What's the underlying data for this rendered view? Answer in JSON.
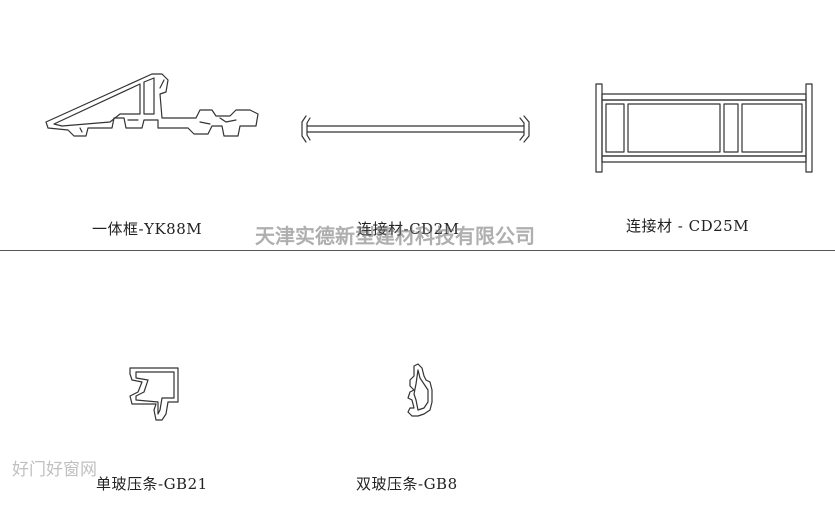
{
  "profiles": [
    {
      "id": "yk88m",
      "caption": "一体框-YK88M"
    },
    {
      "id": "cd2m",
      "caption": "连接材-CD2M"
    },
    {
      "id": "cd25m",
      "caption": "连接材 - CD25M"
    },
    {
      "id": "gb21",
      "caption": "单玻压条-GB21"
    },
    {
      "id": "gb8",
      "caption": "双玻压条-GB8"
    }
  ],
  "watermark": "天津实德新型建材科技有限公司",
  "site_mark": "好门好窗网"
}
